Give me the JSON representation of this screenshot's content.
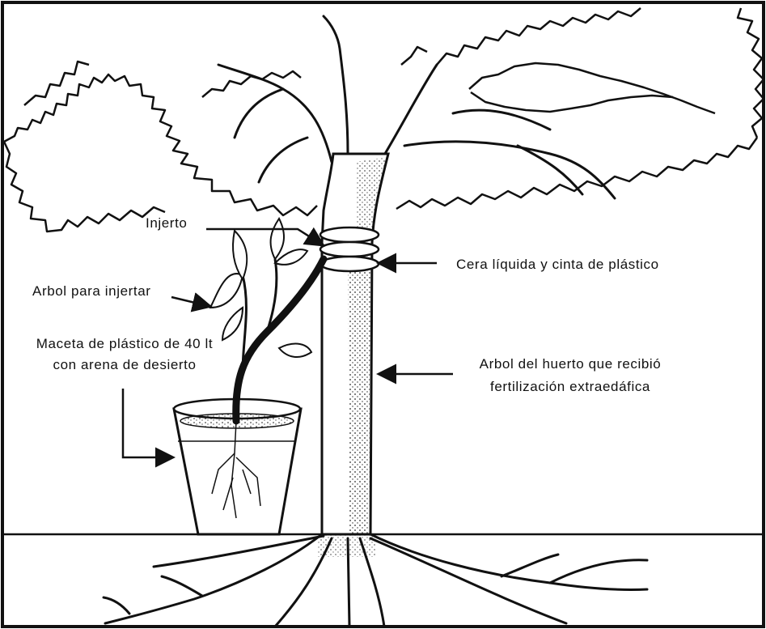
{
  "labels": {
    "graft": "Injerto",
    "tree_to_graft": "Arbol para injertar",
    "pot_line1": "Maceta de plástico de 40 lt",
    "pot_line2": "con arena de desierto",
    "wax_tape": "Cera líquida y cinta de plástico",
    "orchard_line1": "Arbol del huerto que recibió",
    "orchard_line2": "fertilización extraedáfica"
  },
  "icons": [
    "tree-illustration",
    "potted-sapling-illustration",
    "roots-illustration",
    "arrow-icon"
  ],
  "colors": {
    "ink": "#111111",
    "paper": "#ffffff"
  }
}
